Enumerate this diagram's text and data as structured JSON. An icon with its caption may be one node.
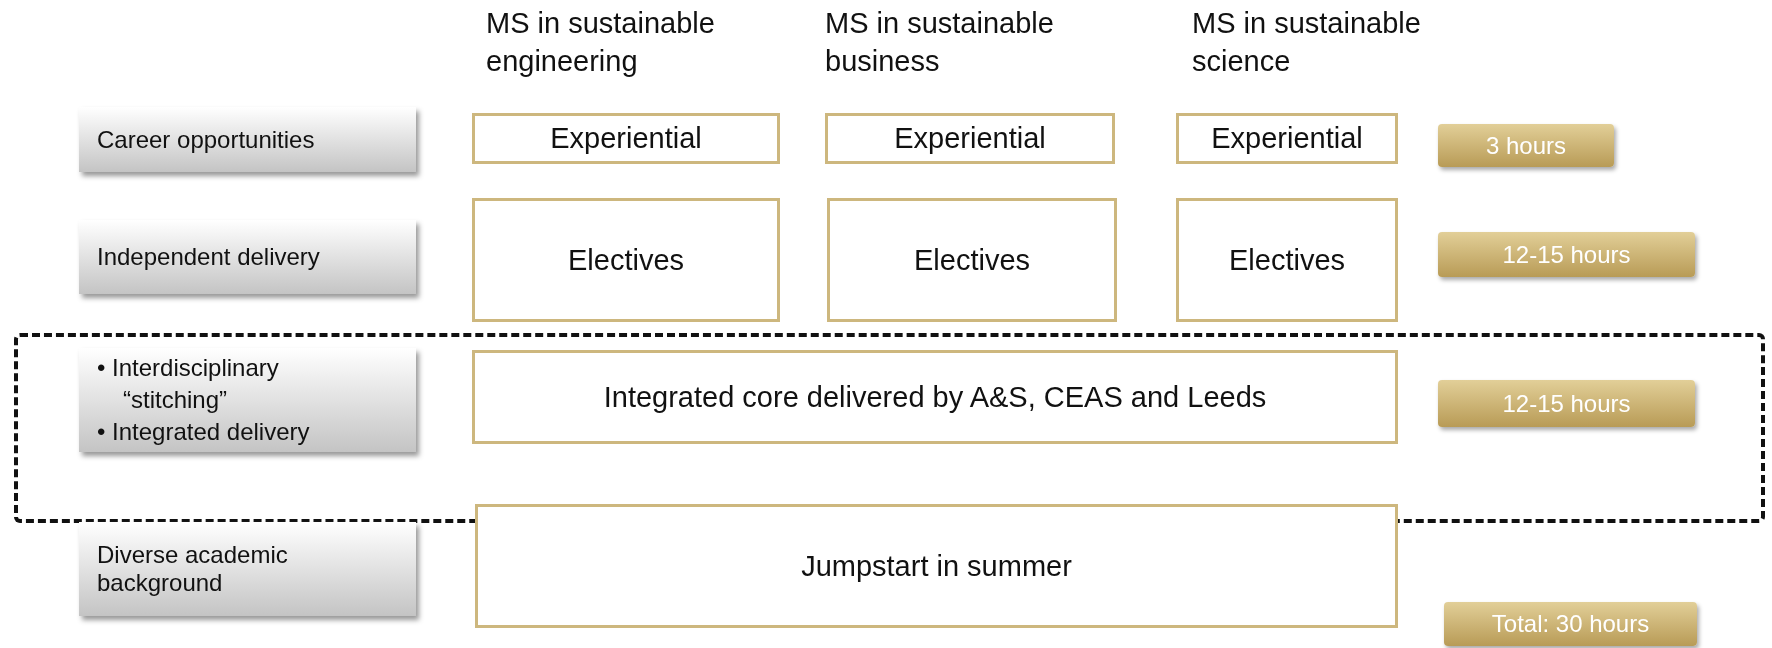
{
  "diagram": {
    "nodes": [
      {
        "text": [
          "Career opportunities"
        ]
      },
      {
        "text": [
          "Experiential"
        ]
      },
      {
        "text": [
          "Experiential"
        ]
      },
      {
        "text": [
          "Experiential"
        ]
      },
      {
        "text": [
          "3 hours"
        ]
      },
      {
        "text": [
          "Independent delivery"
        ]
      },
      {
        "text": [
          "Electives"
        ]
      },
      {
        "text": [
          "Electives"
        ]
      },
      {
        "text": [
          "Electives"
        ]
      },
      {
        "text": [
          "12-15 hours"
        ]
      },
      {
        "text": [],
        "shape": "box"
      },
      {
        "text": [
          "• Interdisciplinary “stitching”",
          "• Integrated delivery"
        ],
        "in": 10
      },
      {
        "text": [
          "Integrated core delivered by A&S, CEAS and Leeds"
        ],
        "in": 10
      },
      {
        "text": [
          "12-15 hours"
        ],
        "in": 10
      },
      {
        "text": [
          "Diverse academic background"
        ]
      },
      {
        "text": [
          "Jumpstart in summer"
        ]
      },
      {
        "text": [
          "Total: 30 hours"
        ]
      }
    ],
    "edges": [],
    "labels": [
      "MS in sustainable engineering",
      "MS in sustainable business",
      "MS in sustainable science"
    ]
  }
}
